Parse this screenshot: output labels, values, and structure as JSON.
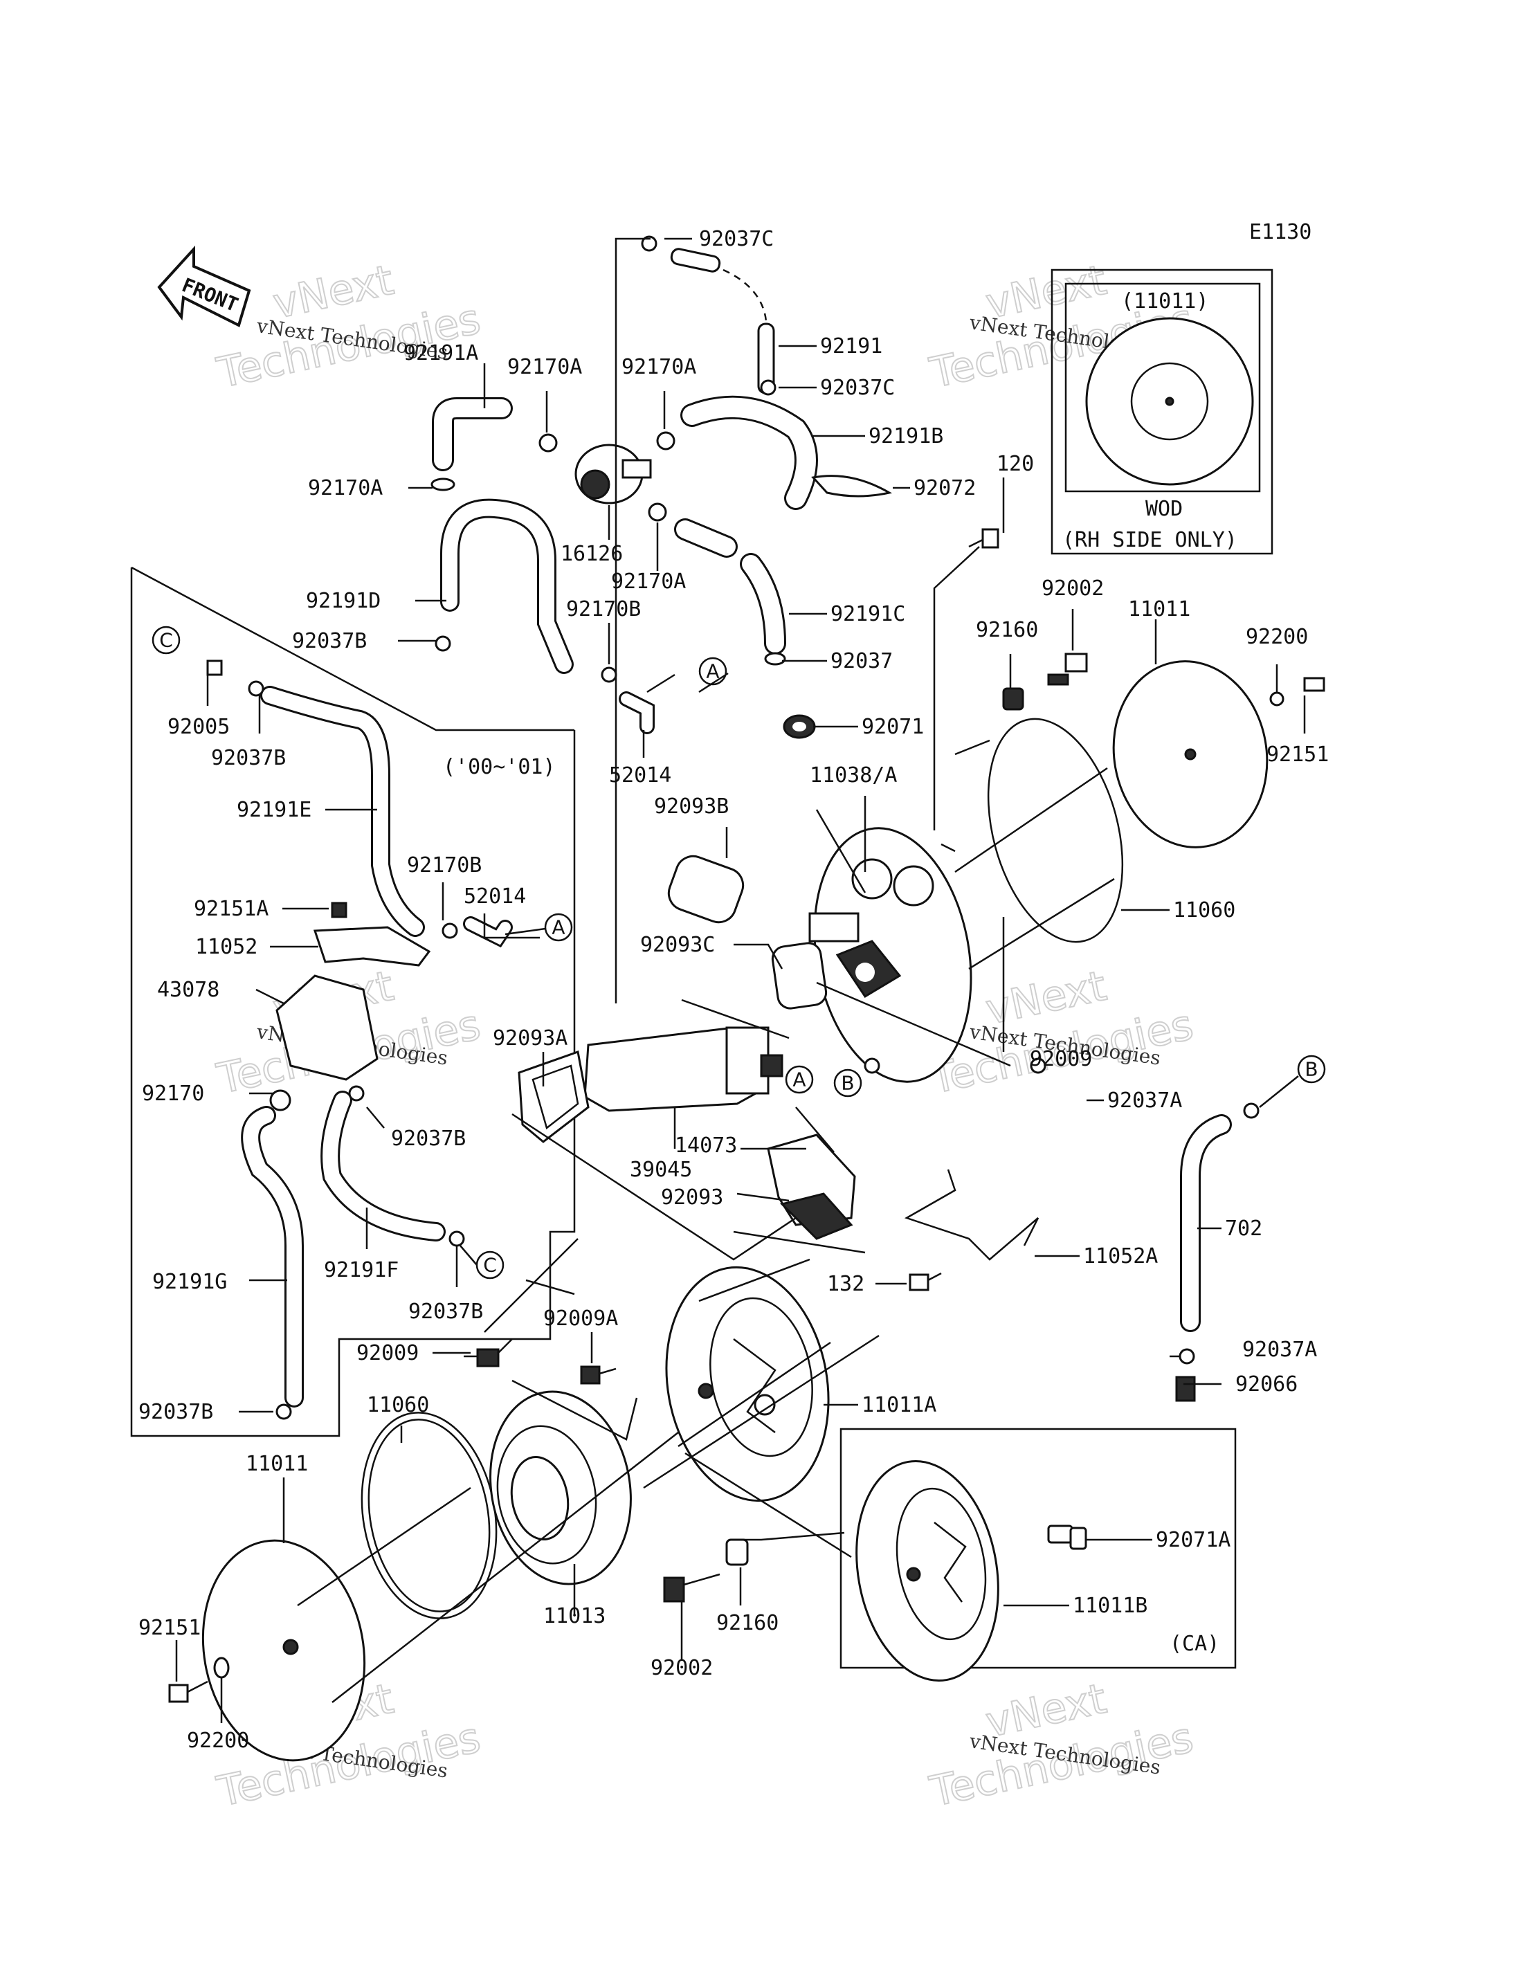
{
  "diagram_code": "E1130",
  "front_arrow_label": "FRONT",
  "watermark": {
    "brand_line": "vNext Technologies",
    "outline_line1": "vNext",
    "outline_line2": "Technologies"
  },
  "inset_top_right": {
    "part_ref": "(11011)",
    "caption_line1": "WOD",
    "caption_line2": "(RH SIDE ONLY)"
  },
  "inset_left": {
    "years": "('00~'01)"
  },
  "inset_bottom_right": {
    "region": "(CA)"
  },
  "ref_markers": {
    "a": "A",
    "b": "B",
    "c": "C"
  },
  "labels": {
    "p92037C_top": "92037C",
    "p92191": "92191",
    "p92037C_mid": "92037C",
    "p92191A": "92191A",
    "p92170A_1": "92170A",
    "p92170A_2": "92170A",
    "p92191B": "92191B",
    "p92170A_3": "92170A",
    "p92072": "92072",
    "p120": "120",
    "p16126": "16126",
    "p92170A_4": "92170A",
    "p92191D": "92191D",
    "p92037B_1": "92037B",
    "p92170B_1": "92170B",
    "p92191C": "92191C",
    "p92037": "92037",
    "p92002_1": "92002",
    "p11011_1": "11011",
    "p92160_1": "92160",
    "p92200_1": "92200",
    "p92005": "92005",
    "p92037B_2": "92037B",
    "p52014_1": "52014",
    "p92071": "92071",
    "p92151_1": "92151",
    "p11038A": "11038/A",
    "p92093B": "92093B",
    "p92191E": "92191E",
    "p92170B_2": "92170B",
    "p52014_2": "52014",
    "p92151A": "92151A",
    "p11060_1": "11060",
    "p11052": "11052",
    "p43078": "43078",
    "p92093C": "92093C",
    "p92093A": "92093A",
    "p92009_1": "92009",
    "p92170": "92170",
    "p92037B_3": "92037B",
    "p92037A_1": "92037A",
    "p39045": "39045",
    "p14073": "14073",
    "p92093": "92093",
    "p702": "702",
    "p92191F": "92191F",
    "p92191G": "92191G",
    "p11052A": "11052A",
    "p132": "132",
    "p92037B_4": "92037B",
    "p92009A": "92009A",
    "p92009_2": "92009",
    "p92037A_2": "92037A",
    "p92066": "92066",
    "p92037B_5": "92037B",
    "p11060_2": "11060",
    "p11011A": "11011A",
    "p11011_2": "11011",
    "p92071A": "92071A",
    "p11013": "11013",
    "p92160_2": "92160",
    "p11011B": "11011B",
    "p92151_2": "92151",
    "p92002_2": "92002",
    "p92200_2": "92200"
  }
}
